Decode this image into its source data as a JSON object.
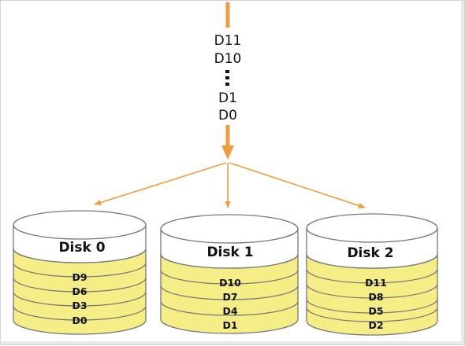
{
  "incoming_stream": {
    "top_labels": [
      "D11",
      "D10"
    ],
    "ellipsis": "⋮",
    "bottom_labels": [
      "D1",
      "D0"
    ]
  },
  "disks": [
    {
      "name": "Disk 0",
      "blocks": [
        "D9",
        "D6",
        "D3",
        "D0"
      ]
    },
    {
      "name": "Disk 1",
      "blocks": [
        "D10",
        "D7",
        "D4",
        "D1"
      ]
    },
    {
      "name": "Disk 2",
      "blocks": [
        "D11",
        "D8",
        "D5",
        "D2"
      ]
    }
  ],
  "colors": {
    "arrow": "#f39a3c",
    "block_fill": "#f5ee86",
    "block_shade": "#e7dc62",
    "outline": "#777777",
    "disk_top": "#ffffff"
  }
}
